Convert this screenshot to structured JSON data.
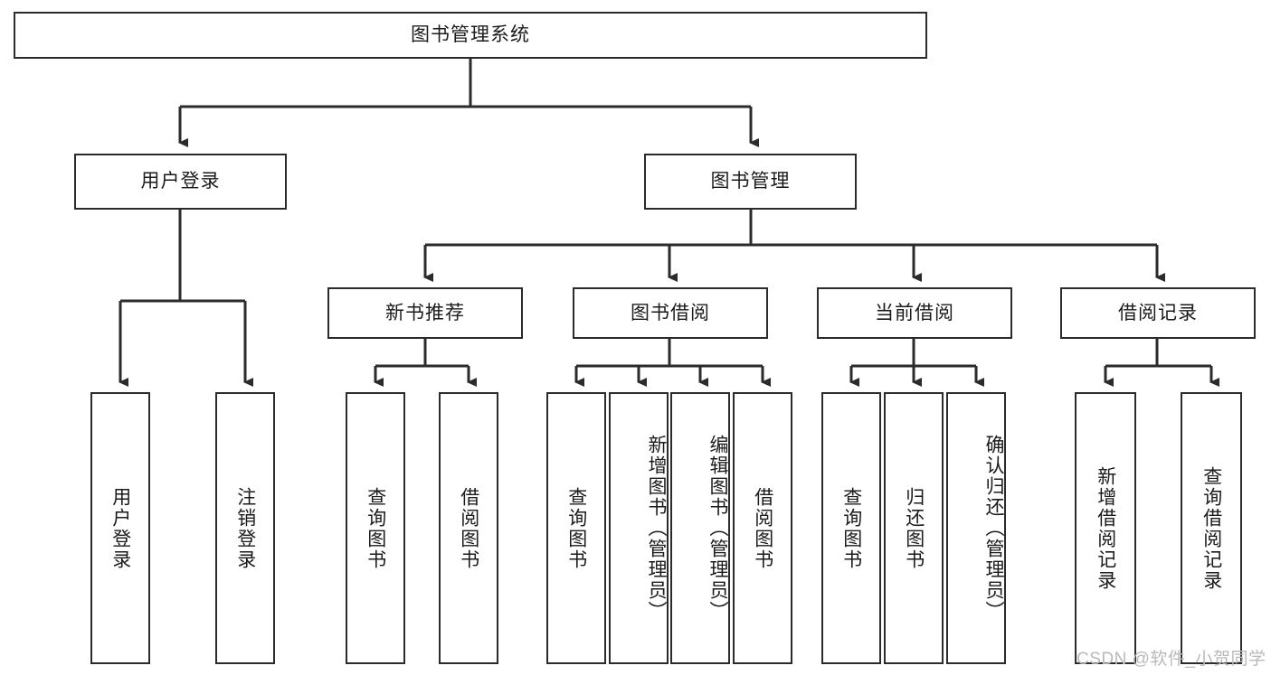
{
  "diagram": {
    "title": "图书管理系统",
    "type": "tree-hierarchy",
    "watermark": "CSDN @软件_小贺同学",
    "colors": {
      "box_border": "#2b2b2b",
      "box_fill": "#ffffff",
      "line": "#2b2b2b",
      "text": "#1b1b1b",
      "watermark": "#b9b9b9"
    },
    "root": {
      "label": "图书管理系统"
    },
    "level2": [
      {
        "label": "用户登录"
      },
      {
        "label": "图书管理"
      }
    ],
    "level3": [
      {
        "label": "新书推荐"
      },
      {
        "label": "图书借阅"
      },
      {
        "label": "当前借阅"
      },
      {
        "label": "借阅记录"
      }
    ],
    "leaves": {
      "user_login": [
        {
          "label": "用户登录"
        },
        {
          "label": "注销登录"
        }
      ],
      "new_book_recommend": [
        {
          "label": "查询图书"
        },
        {
          "label": "借阅图书"
        }
      ],
      "book_borrow": [
        {
          "label": "查询图书"
        },
        {
          "label": "新增图书（管理员）"
        },
        {
          "label": "编辑图书（管理员）"
        },
        {
          "label": "借阅图书"
        }
      ],
      "current_borrow": [
        {
          "label": "查询图书"
        },
        {
          "label": "归还图书"
        },
        {
          "label": "确认归还（管理员）"
        }
      ],
      "borrow_record": [
        {
          "label": "新增借阅记录"
        },
        {
          "label": "查询借阅记录"
        }
      ]
    }
  }
}
